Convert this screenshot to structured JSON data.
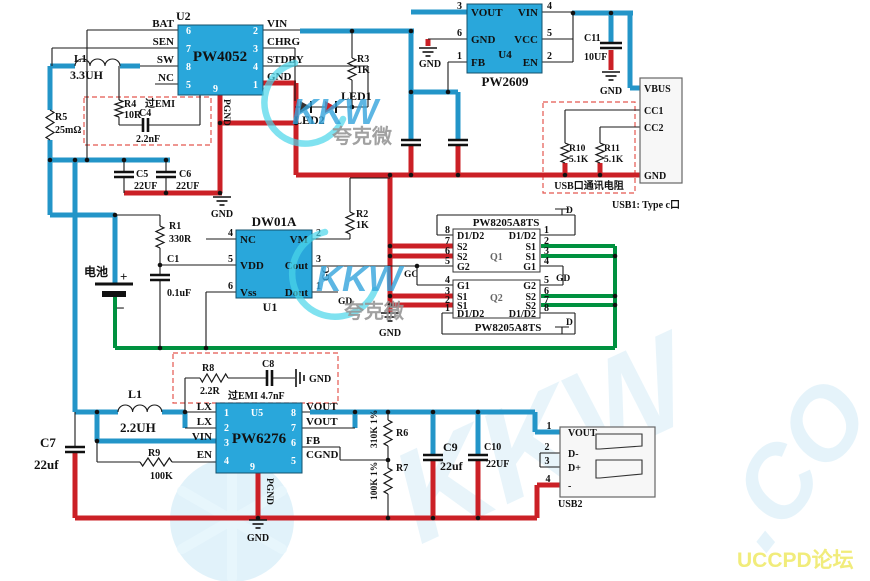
{
  "common": {
    "gnd": "GND"
  },
  "u2": {
    "ref": "U2",
    "part": "PW4052",
    "pins_l": [
      "BAT",
      "SEN",
      "SW",
      "NC"
    ],
    "nums_l": [
      "6",
      "7",
      "8",
      "5"
    ],
    "pins_r": [
      "VIN",
      "CHRG",
      "STDBY",
      "GND"
    ],
    "nums_r": [
      "2",
      "3",
      "4",
      "1"
    ],
    "pin9": "9",
    "pgnd": "PGND"
  },
  "l1a": {
    "ref": "L1",
    "val": "3.3UH"
  },
  "r5": {
    "ref": "R5",
    "val": "25mΩ"
  },
  "emi1": {
    "note": "过EMI",
    "r4": "R4",
    "r4v": "10R",
    "c4": "C4",
    "c4v": "2.2nF"
  },
  "c5": {
    "ref": "C5",
    "val": "22UF"
  },
  "c6": {
    "ref": "C6",
    "val": "22UF"
  },
  "r3": {
    "ref": "R3",
    "val": "1K"
  },
  "led1": "LED1",
  "led2": "LED2",
  "u4": {
    "ref": "U4",
    "part": "PW2609",
    "pins_l": [
      "VOUT",
      "GND",
      "FB"
    ],
    "nums_l": [
      "3",
      "6",
      "1"
    ],
    "pins_r": [
      "VIN",
      "VCC",
      "EN"
    ],
    "nums_r": [
      "4",
      "5",
      "2"
    ]
  },
  "c11": {
    "ref": "C11",
    "val": "10UF"
  },
  "usb1": {
    "pins": [
      "VBUS",
      "CC1",
      "CC2",
      "GND"
    ],
    "label": "USB1: Type c口",
    "box_label": "USB口通讯电阻",
    "r10": "R10",
    "r10v": "5.1K",
    "r11": "R11",
    "r11v": "5.1K"
  },
  "bat": {
    "label": "电池",
    "plus": "+",
    "minus": "−"
  },
  "r1": {
    "ref": "R1",
    "val": "330R"
  },
  "c1": {
    "ref": "C1",
    "val": "0.1uF"
  },
  "u1": {
    "ref": "U1",
    "part": "DW01A",
    "pins_l": [
      "NC",
      "VDD",
      "Vss"
    ],
    "nums_l": [
      "4",
      "5",
      "6"
    ],
    "pins_r": [
      "VM",
      "Cout",
      "Dout"
    ],
    "nums_r": [
      "2",
      "3",
      "1"
    ]
  },
  "r2": {
    "ref": "R2",
    "val": "1K"
  },
  "nets": {
    "gc": "GC",
    "gd": "GD",
    "d": "D"
  },
  "q1": {
    "ref": "Q1",
    "part": "PW8205A8TS",
    "l": [
      "D1/D2",
      "S2",
      "S2",
      "G2"
    ],
    "ln": [
      "8",
      "7",
      "6",
      "5"
    ],
    "r": [
      "D1/D2",
      "S1",
      "S1",
      "G1"
    ],
    "rn": [
      "1",
      "2",
      "3",
      "4"
    ]
  },
  "q2": {
    "ref": "Q2",
    "part": "PW8205A8TS",
    "l": [
      "G1",
      "S1",
      "S1",
      "D1/D2"
    ],
    "ln": [
      "4",
      "3",
      "2",
      "1"
    ],
    "r": [
      "G2",
      "S2",
      "S2",
      "D1/D2"
    ],
    "rn": [
      "5",
      "6",
      "7",
      "8"
    ]
  },
  "emi2": {
    "r8": "R8",
    "r8v": "2.2R",
    "c8": "C8",
    "note": "过EMI 4.7nF"
  },
  "l1b": {
    "ref": "L1",
    "val": "2.2UH"
  },
  "c7": {
    "ref": "C7",
    "val": "22uf"
  },
  "r9": {
    "ref": "R9",
    "val": "100K"
  },
  "u5": {
    "ref": "U5",
    "part": "PW6276",
    "pins_l": [
      "LX",
      "LX",
      "VIN",
      "EN"
    ],
    "nums_l": [
      "1",
      "2",
      "3",
      "4"
    ],
    "pins_r": [
      "VOUT",
      "VOUT",
      "FB",
      "CGND"
    ],
    "nums_r": [
      "8",
      "7",
      "6",
      "5"
    ],
    "pin9": "9",
    "pgnd": "PGND"
  },
  "r6": {
    "ref": "R6",
    "val": "310K 1%"
  },
  "r7": {
    "ref": "R7",
    "val": "100K 1%"
  },
  "c9": {
    "ref": "C9",
    "val": "22uf"
  },
  "c10": {
    "ref": "C10",
    "val": "22UF"
  },
  "usb2": {
    "nums": [
      "1",
      "2",
      "3",
      "4"
    ],
    "pins": [
      "VOUT",
      "D-",
      "D+",
      "-"
    ],
    "ref": "USB2"
  },
  "wm": {
    "kkw": "KKW",
    "brand": "夸克微",
    "frag": ".CO",
    "forum": "UCCPD论坛"
  }
}
